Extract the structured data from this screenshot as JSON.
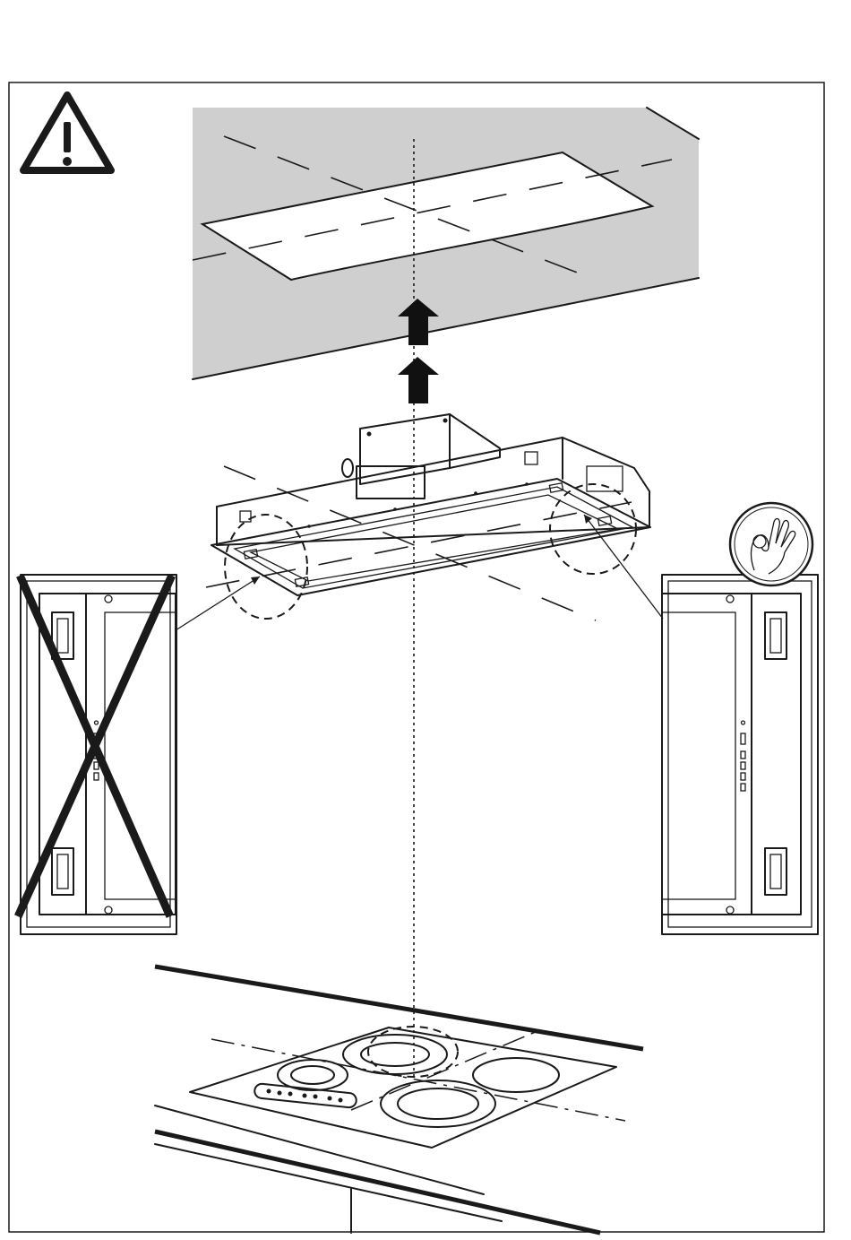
{
  "figure": {
    "kind": "installation-diagram",
    "panels": {
      "left_comparison": {
        "status": "incorrect"
      },
      "right_comparison": {
        "status": "correct"
      }
    },
    "icons": {
      "warning": "warning-triangle-icon",
      "ok": "ok-hand-icon",
      "cross": "cross-mark-icon",
      "arrow": "up-arrow-icon"
    },
    "colors": {
      "ceiling": "#cfcfcf",
      "line": "#1a1a1a",
      "background": "#ffffff"
    }
  }
}
